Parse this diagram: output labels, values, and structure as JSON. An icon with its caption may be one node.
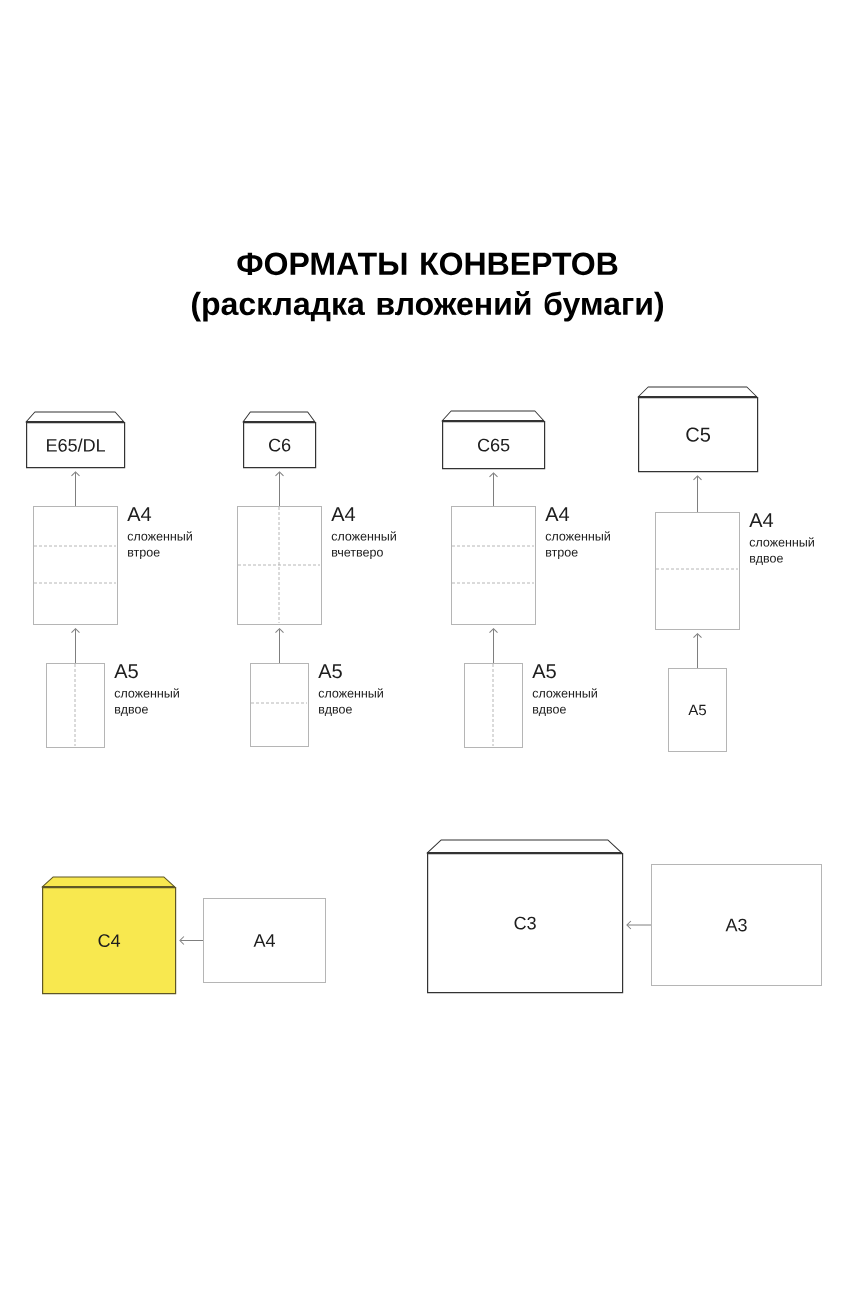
{
  "diagram": {
    "title": "ФОРМАТЫ КОНВЕРТОВ (раскладка вложений бумаги)",
    "nodes": [
      {
        "text": [
          "E65/DL"
        ]
      },
      {
        "text": [
          "C6"
        ]
      },
      {
        "text": [
          "C65"
        ]
      },
      {
        "text": [
          "C5"
        ]
      },
      {
        "text": [
          "A4",
          "сложенный втрое"
        ]
      },
      {
        "text": [
          "A4",
          "сложенный вчетверо"
        ]
      },
      {
        "text": [
          "A4",
          "сложенный втрое"
        ]
      },
      {
        "text": [
          "A4",
          "сложенный вдвое"
        ]
      },
      {
        "text": [
          "A5",
          "сложенный вдвое"
        ]
      },
      {
        "text": [
          "A5",
          "сложенный вдвое"
        ]
      },
      {
        "text": [
          "A5",
          "сложенный вдвое"
        ]
      },
      {
        "text": [
          "A5"
        ]
      },
      {
        "text": [
          "C4"
        ]
      },
      {
        "text": [
          "A4"
        ]
      },
      {
        "text": [
          "C3"
        ]
      },
      {
        "text": [
          "A3"
        ]
      }
    ],
    "edges": [
      {
        "from": 4,
        "to": 0,
        "arrow": "to"
      },
      {
        "from": 5,
        "to": 1,
        "arrow": "to"
      },
      {
        "from": 6,
        "to": 2,
        "arrow": "to"
      },
      {
        "from": 7,
        "to": 3,
        "arrow": "to"
      },
      {
        "from": 8,
        "to": 4,
        "arrow": "to"
      },
      {
        "from": 9,
        "to": 5,
        "arrow": "to"
      },
      {
        "from": 10,
        "to": 6,
        "arrow": "to"
      },
      {
        "from": 11,
        "to": 7,
        "arrow": "to"
      },
      {
        "from": 13,
        "to": 12,
        "arrow": "to"
      },
      {
        "from": 15,
        "to": 14,
        "arrow": "to"
      }
    ]
  }
}
